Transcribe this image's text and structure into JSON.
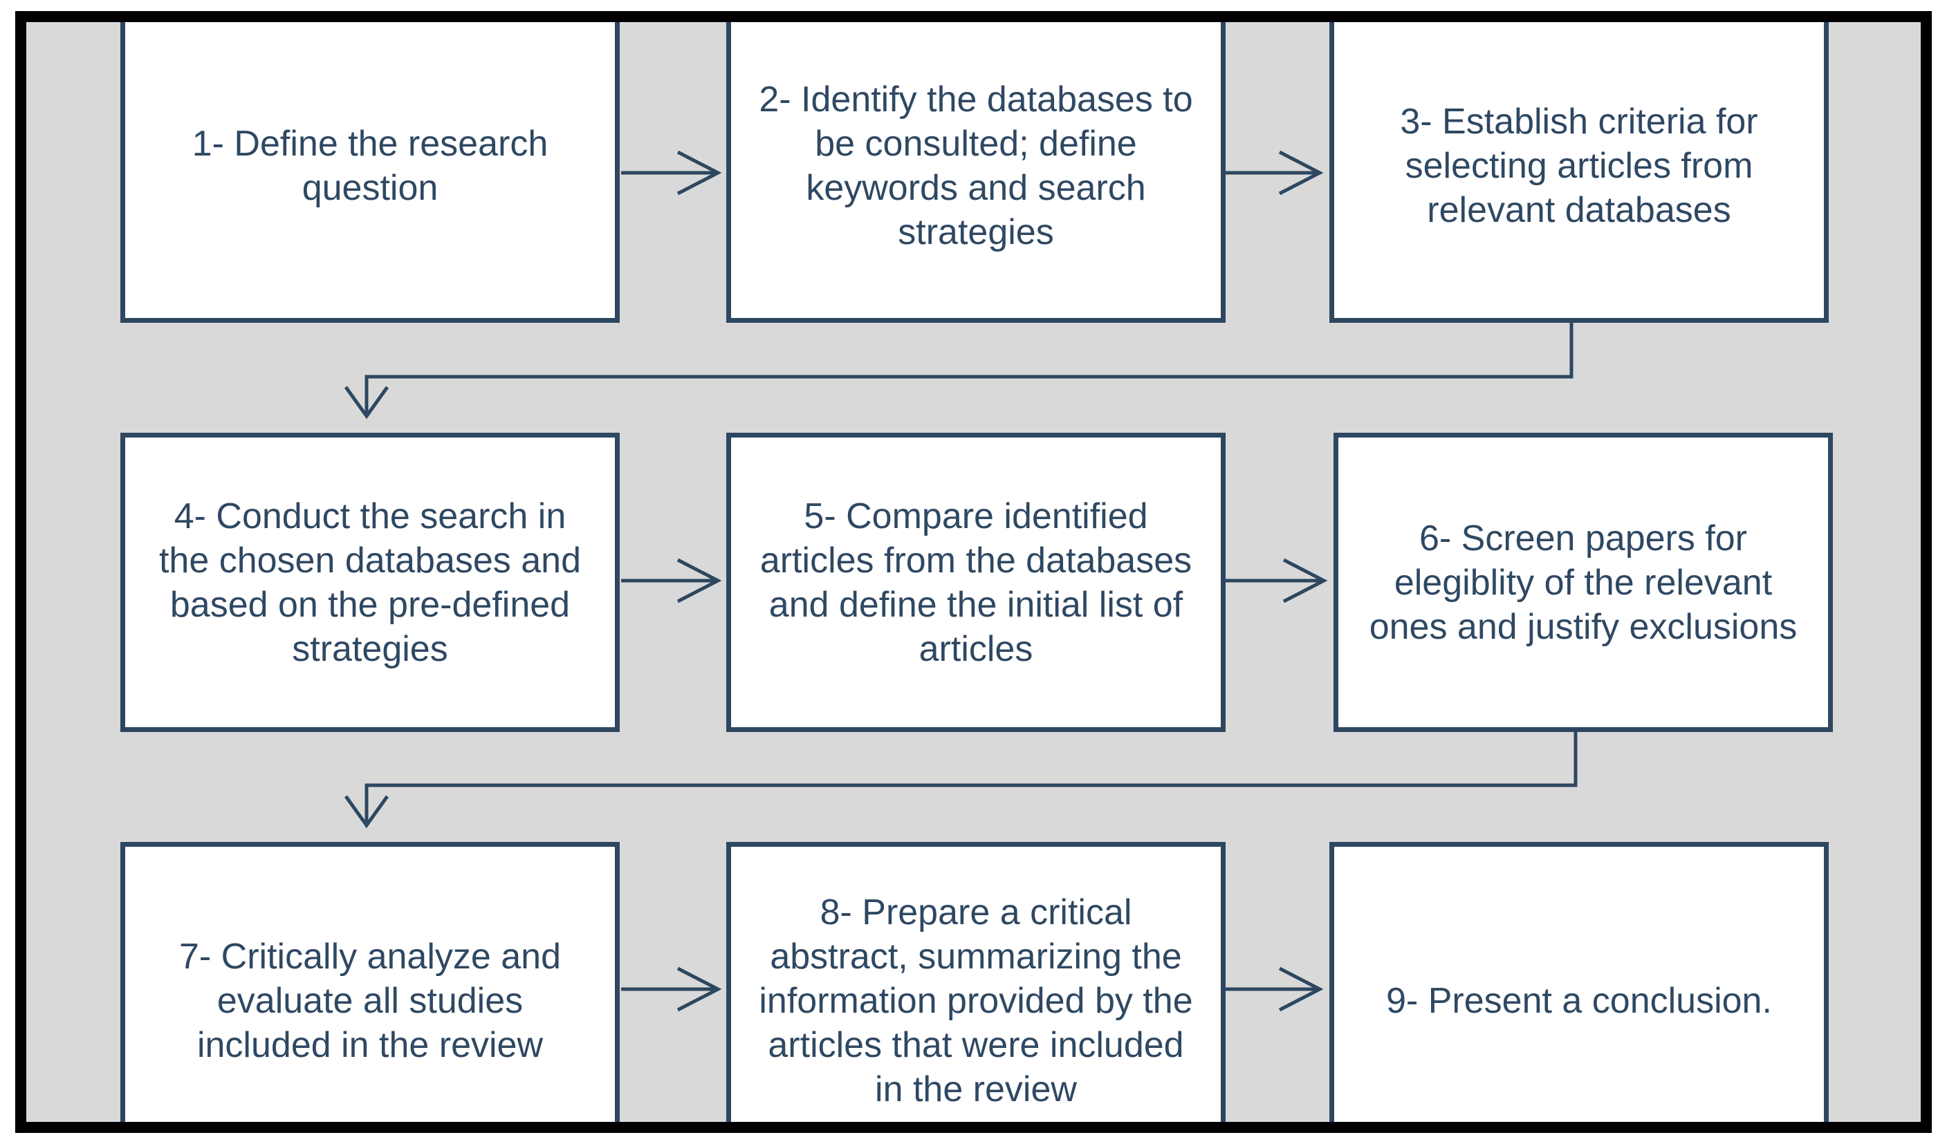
{
  "diagram": {
    "colors": {
      "background": "#d9d9d9",
      "frame": "#000000",
      "box_border": "#2e4760",
      "box_fill": "#ffffff",
      "text": "#2f4862",
      "arrow": "#2e4760"
    },
    "steps": [
      {
        "label": "1- Define the research question"
      },
      {
        "label": "2- Identify the databases to be consulted; define keywords and search strategies"
      },
      {
        "label": "3- Establish criteria for selecting articles from relevant databases"
      },
      {
        "label": "4- Conduct the search in the chosen databases and based on the pre-defined strategies"
      },
      {
        "label": "5- Compare identified articles from the databases and define the initial list of articles"
      },
      {
        "label": "6- Screen papers for elegiblity of the relevant ones and justify exclusions"
      },
      {
        "label": "7- Critically analyze and evaluate all studies included in the review"
      },
      {
        "label": "8- Prepare a critical abstract, summarizing the information provided by the articles that were included in the review"
      },
      {
        "label": "9- Present a conclusion."
      }
    ]
  }
}
